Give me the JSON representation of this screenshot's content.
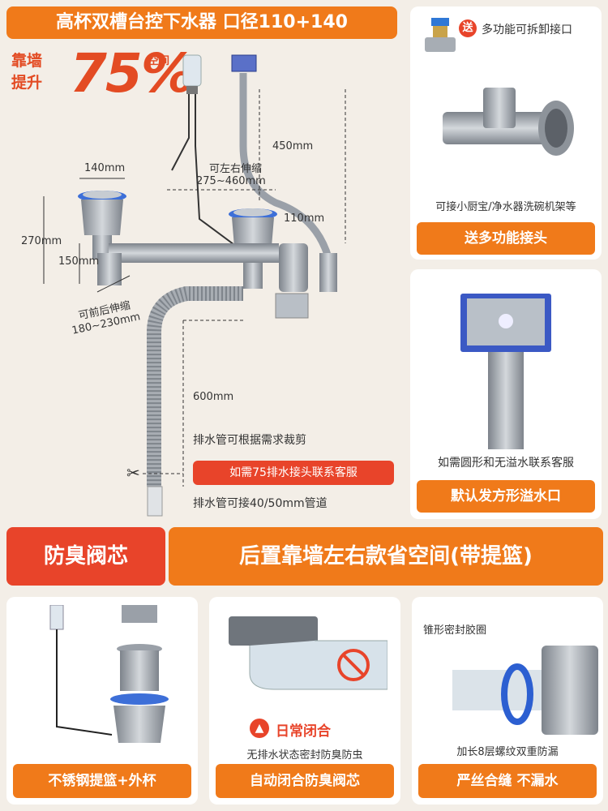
{
  "header": {
    "title": "高杯双槽台控下水器 口径110+140"
  },
  "promo": {
    "line1": "靠墙",
    "line2": "提升",
    "percent": "75%",
    "unit_label": "空间"
  },
  "diagram": {
    "dim_140": "140mm",
    "dim_adjust_lr": "可左右伸缩",
    "dim_adjust_range": "275~460mm",
    "dim_450": "450mm",
    "dim_110": "110mm",
    "dim_270": "270mm",
    "dim_150": "150mm",
    "dim_fb_adjust": "可前后伸缩",
    "dim_fb_range": "180~230mm",
    "dim_600": "600mm",
    "cut_note": "排水管可根据需求裁剪",
    "service_note": "如需75排水接头联系客服",
    "pipe_note": "排水管可接40/50mm管道"
  },
  "right_cards": [
    {
      "gift_badge": "送",
      "title": "多功能可拆卸接口",
      "desc": "可接小厨宝/净水器洗碗机架等",
      "button": "送多功能接头"
    },
    {
      "desc": "如需圆形和无溢水联系客服",
      "button": "默认发方形溢水口"
    }
  ],
  "banner": {
    "left": "防臭阀芯",
    "right": "后置靠墙左右款省空间(带提篮)"
  },
  "bottom_cards": [
    {
      "button": "不锈钢提篮+外杯"
    },
    {
      "alert_title": "日常闭合",
      "alert_desc": "无排水状态密封防臭防虫",
      "button": "自动闭合防臭阀芯"
    },
    {
      "label_top": "锥形密封胶圈",
      "label_bottom": "加长8层螺纹双重防漏",
      "button": "严丝合缝 不漏水"
    }
  ],
  "colors": {
    "orange": "#f07a1a",
    "red": "#e8442a",
    "bg": "#f3eee7",
    "steel": "#9aa0a8"
  }
}
